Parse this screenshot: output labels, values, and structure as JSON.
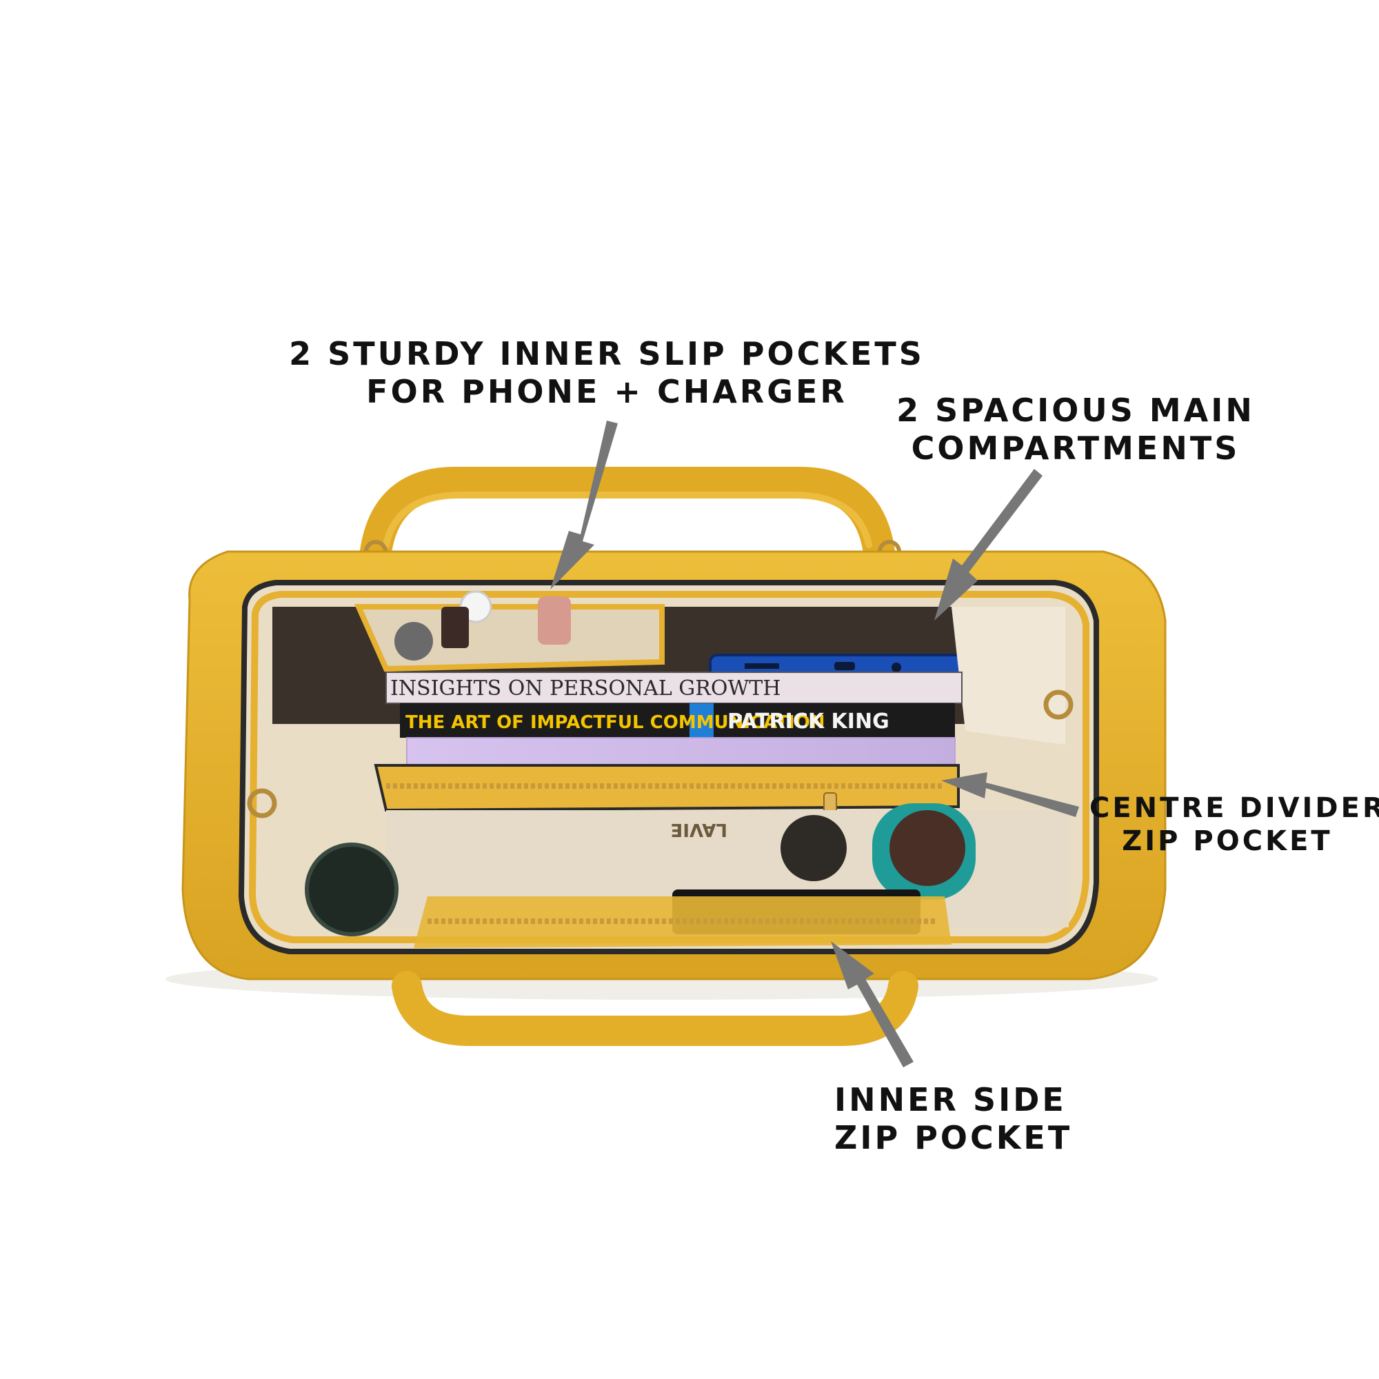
{
  "callouts": {
    "slip_pockets": {
      "line1": "2 STURDY INNER SLIP POCKETS",
      "line2": "FOR PHONE + CHARGER"
    },
    "main_compartments": {
      "line1": "2 SPACIOUS MAIN",
      "line2": "COMPARTMENTS"
    },
    "centre_divider": {
      "line1": "CENTRE DIVIDER",
      "line2": "ZIP POCKET"
    },
    "inner_side": {
      "line1": "INNER SIDE",
      "line2": "ZIP POCKET"
    }
  },
  "book_titles": {
    "top": "INSIGHTS ON PERSONAL GROWTH",
    "middle": "THE ART OF IMPACTFUL COMMUNICATION",
    "author": "PATRICK KING"
  },
  "brand_label": "LAVIE",
  "colors": {
    "bag_yellow": "#E8B52A",
    "bag_shadow": "#C99417",
    "lining": "#E9DDC6",
    "arrow_gray": "#777777",
    "zipper_gold": "#C99A3A"
  }
}
